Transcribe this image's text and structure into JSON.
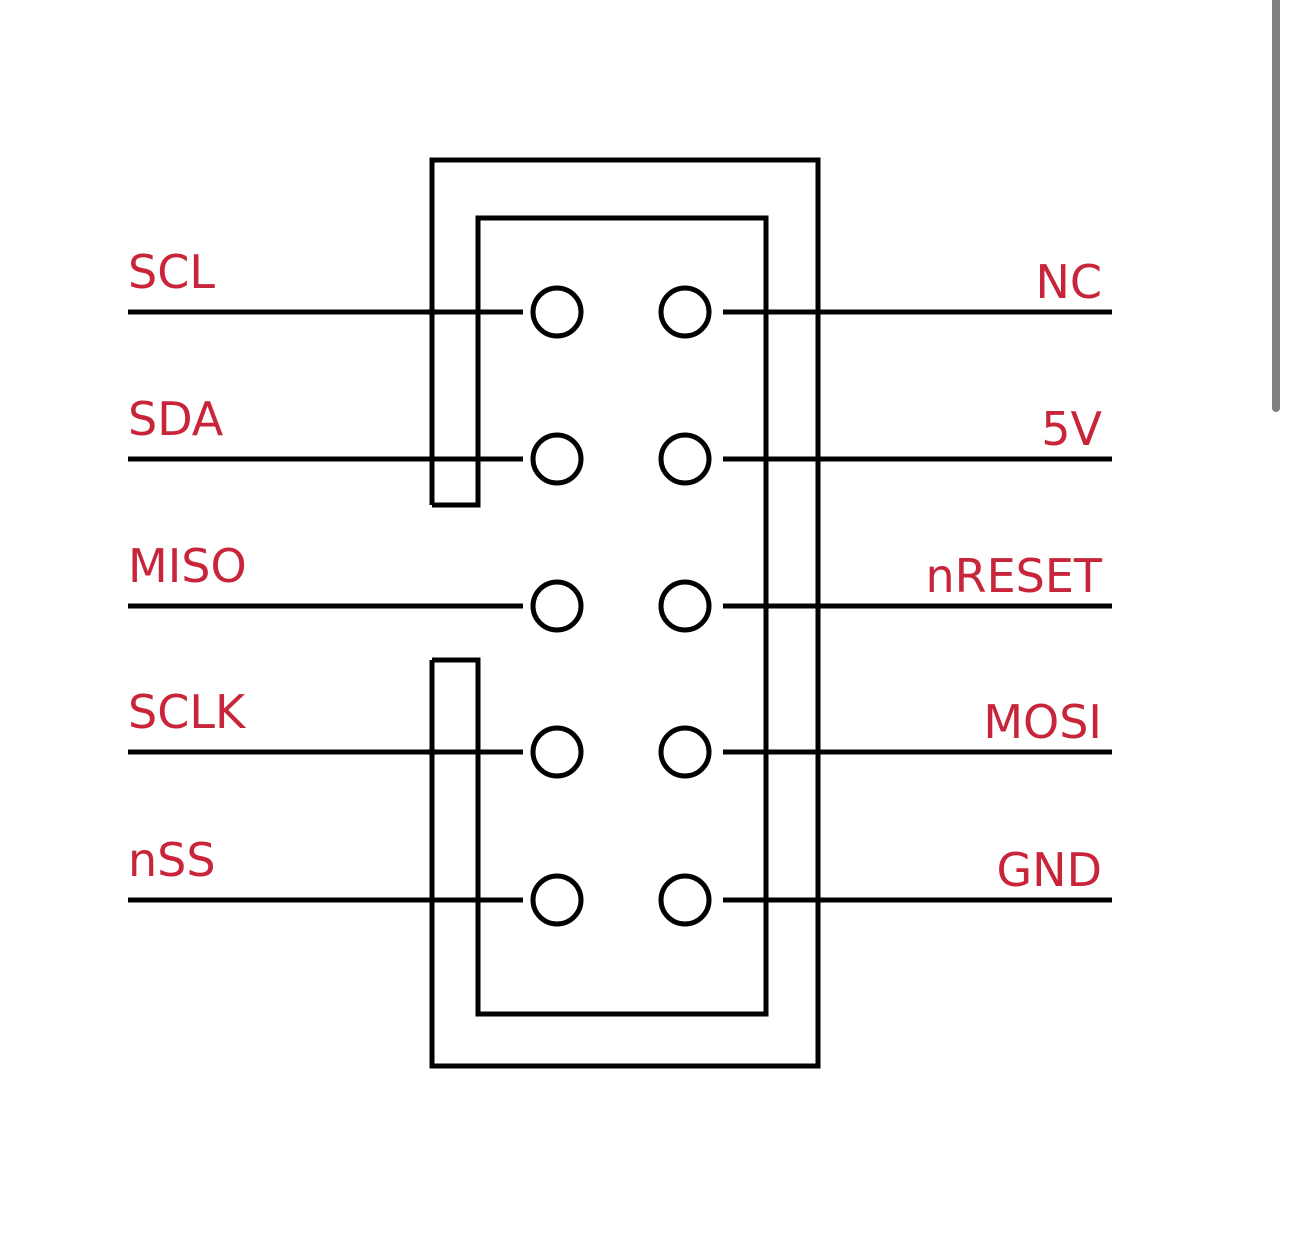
{
  "diagram": {
    "title": "",
    "type": "2x5 pin header connector pinout",
    "label_color": "#c8243a",
    "line_color": "#000000",
    "background": "#ffffff",
    "left_pins": [
      {
        "row": 1,
        "label": "SCL"
      },
      {
        "row": 2,
        "label": "SDA"
      },
      {
        "row": 3,
        "label": "MISO"
      },
      {
        "row": 4,
        "label": "SCLK"
      },
      {
        "row": 5,
        "label": "nSS"
      }
    ],
    "right_pins": [
      {
        "row": 1,
        "label": "NC"
      },
      {
        "row": 2,
        "label": "5V"
      },
      {
        "row": 3,
        "label": "nRESET"
      },
      {
        "row": 4,
        "label": "MOSI"
      },
      {
        "row": 5,
        "label": "GND"
      }
    ],
    "polarization_key": "notch on left side at row 3"
  },
  "scrollbar": {
    "position": "top"
  }
}
